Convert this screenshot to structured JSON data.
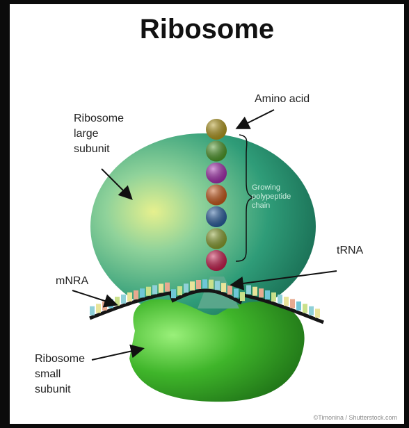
{
  "title": "Ribosome",
  "labels": {
    "large_subunit": "Ribosome\nlarge\nsubunit",
    "amino_acid": "Amino acid",
    "polypeptide": "Growing\npolypeptide\nchain",
    "trna": "tRNA",
    "mrna": "mNRA",
    "small_subunit": "Ribosome\nsmall\nsubunit"
  },
  "credit": "©Timonina / Shutterstock.com",
  "colors": {
    "large_subunit": "#3aa37a",
    "small_subunit": "#3fb52a",
    "trna": "#58a08a",
    "mrna_backbone": "#151515",
    "amino_acids": [
      "#b39a1f",
      "#4f9a2a",
      "#a62fb0",
      "#c95a1c",
      "#2a5fa0",
      "#8aa030",
      "#c81e4e"
    ],
    "bases": [
      "#8fd0d8",
      "#e9e49a",
      "#e7a98f",
      "#6fc6d6",
      "#c9e08a"
    ]
  }
}
